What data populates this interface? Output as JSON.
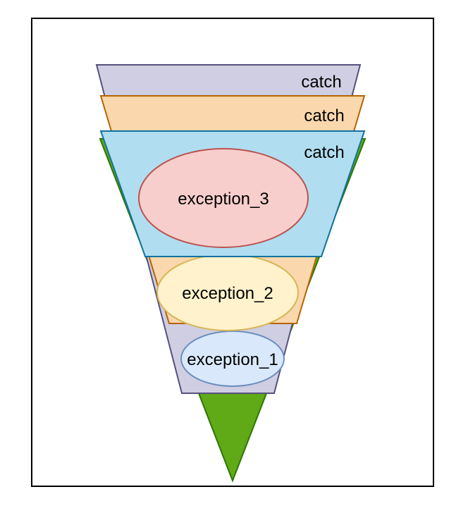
{
  "diagram": {
    "layers": [
      {
        "label": "catch",
        "fill": "#d0cee2",
        "stroke": "#56517e"
      },
      {
        "label": "catch",
        "fill": "#fad7ac",
        "stroke": "#b46504"
      },
      {
        "label": "catch",
        "fill": "#b1ddf0",
        "stroke": "#10739e"
      }
    ],
    "core": {
      "fill": "#60a917",
      "stroke": "#2d7600"
    },
    "exceptions": [
      {
        "label": "exception_1",
        "fill": "#dae8fc",
        "stroke": "#6c8ebf"
      },
      {
        "label": "exception_2",
        "fill": "#fff2cc",
        "stroke": "#d6b656"
      },
      {
        "label": "exception_3",
        "fill": "#f8cecc",
        "stroke": "#b85450"
      }
    ],
    "colors": {
      "frame_stroke": "#000000",
      "background": "#ffffff"
    }
  }
}
